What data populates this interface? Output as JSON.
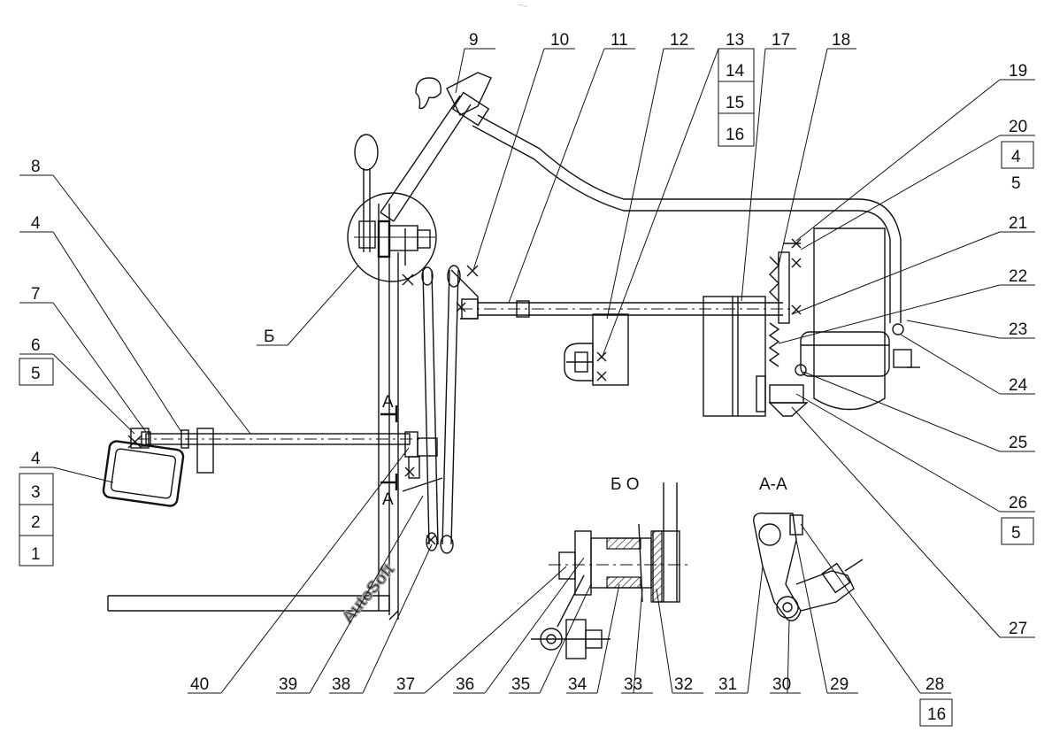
{
  "watermark": "AutoSoft",
  "top_mark": "~-",
  "views": {
    "detail_b": "Б",
    "detail_b_view": "Б О",
    "section_aa": "А-А",
    "section_a_top": "А",
    "section_a_bottom": "А"
  },
  "labels": {
    "l1": "1",
    "l2": "2",
    "l3": "3",
    "l4a": "4",
    "l4b": "4",
    "l4c": "4",
    "l5a": "5",
    "l5b": "5",
    "l5c": "5",
    "l6": "6",
    "l7": "7",
    "l8": "8",
    "l9": "9",
    "l10": "10",
    "l11": "11",
    "l12": "12",
    "l13": "13",
    "l14": "14",
    "l15": "15",
    "l16a": "16",
    "l16b": "16",
    "l17": "17",
    "l18": "18",
    "l19": "19",
    "l20": "20",
    "l21": "21",
    "l22": "22",
    "l23": "23",
    "l24": "24",
    "l25": "25",
    "l26": "26",
    "l27": "27",
    "l28": "28",
    "l29": "29",
    "l30": "30",
    "l31": "31",
    "l32": "32",
    "l33": "33",
    "l34": "34",
    "l35": "35",
    "l36": "36",
    "l37": "37",
    "l38": "38",
    "l39": "39",
    "l40": "40"
  }
}
